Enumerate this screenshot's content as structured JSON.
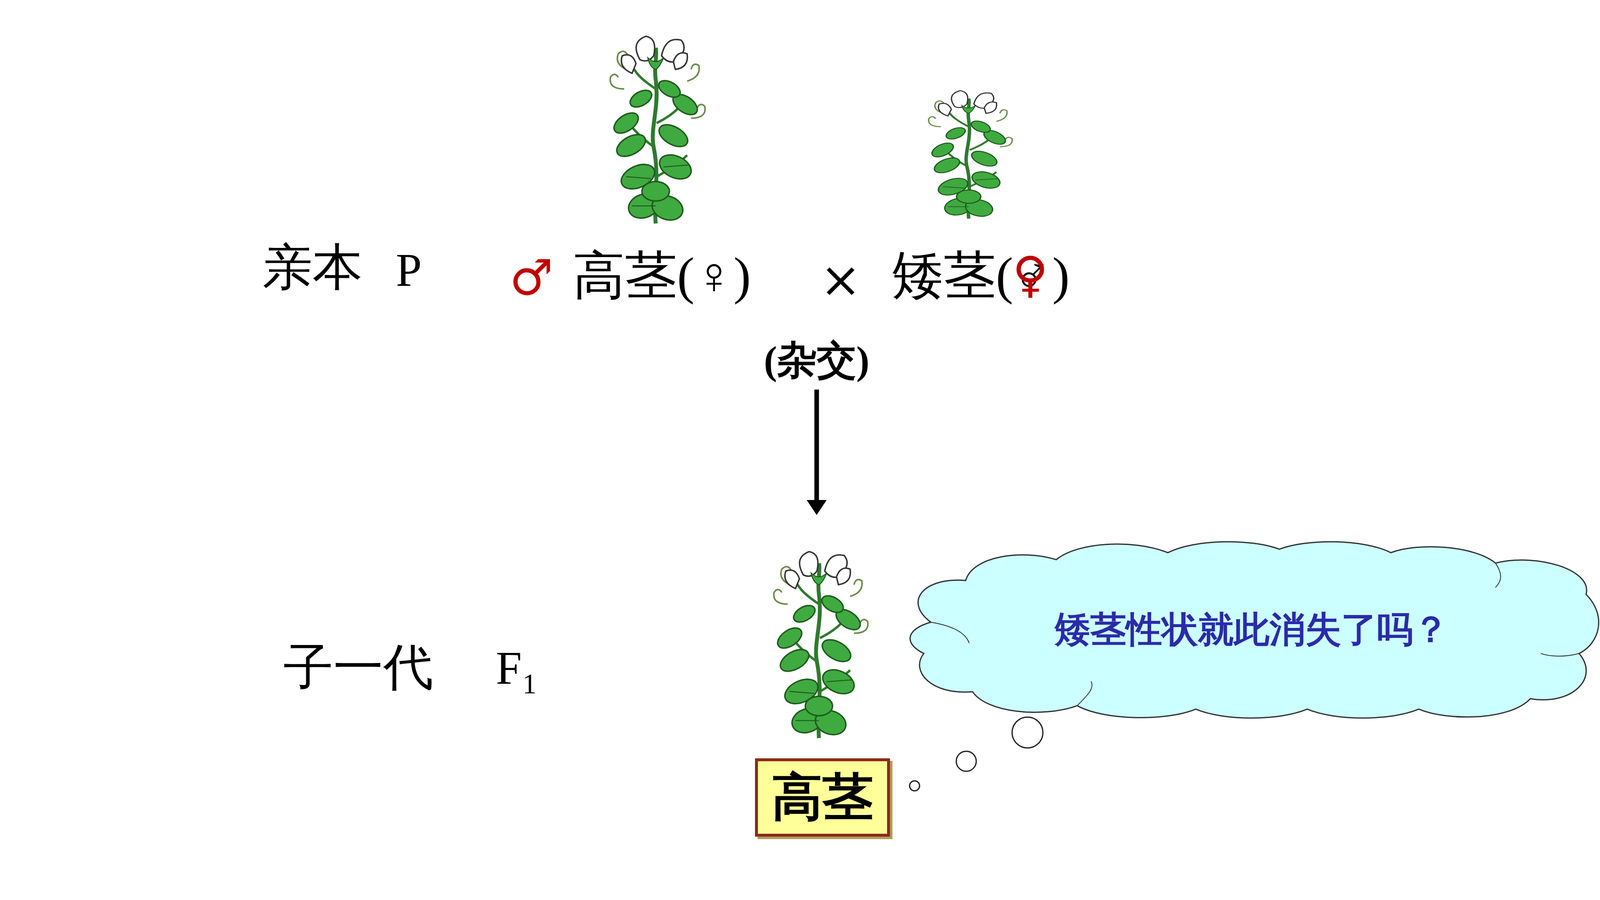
{
  "diagram": {
    "nodes": [
      {
        "text": [
          "高茎"
        ]
      },
      {
        "text": [
          "矮茎性状就此消失了吗？"
        ]
      }
    ],
    "labels": [
      "亲本",
      "P",
      "♂",
      "高茎(♀)",
      "×",
      "矮茎(♂)",
      "♀",
      "(杂交)",
      "子一代",
      "F₁"
    ]
  }
}
